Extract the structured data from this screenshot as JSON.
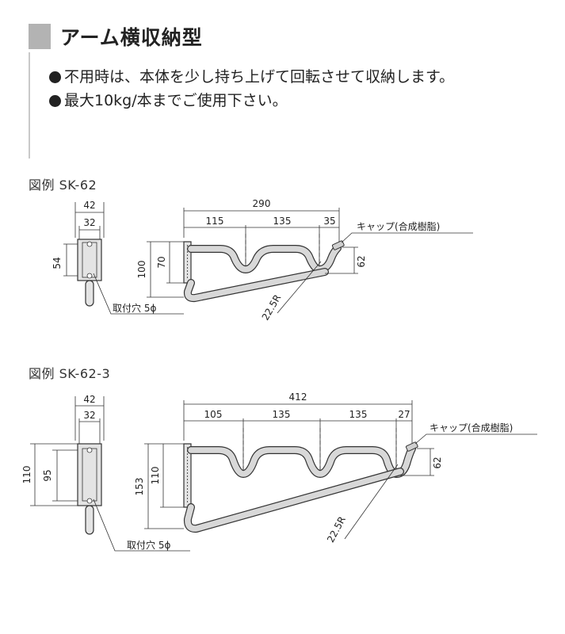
{
  "header": {
    "title": "アーム横収納型"
  },
  "notes": [
    "不用時は、本体を少し持ち上げて回転させて収納します。",
    "最大10kg/本までご使用下さい。"
  ],
  "figures": [
    {
      "label": "図例 SK-62",
      "front": {
        "width_outer": "42",
        "width_inner": "32",
        "hole_pitch": "54"
      },
      "side": {
        "overall_length": "290",
        "segments": [
          "115",
          "135",
          "35"
        ],
        "height_total": "100",
        "height_plate": "70",
        "drop": "62",
        "radius": "22.5R",
        "cap_label": "キャップ(合成樹脂)"
      },
      "hole_label": "取付穴 5ϕ"
    },
    {
      "label": "図例 SK-62-3",
      "front": {
        "width_outer": "42",
        "width_inner": "32",
        "height_outer": "110",
        "hole_pitch": "95"
      },
      "side": {
        "overall_length": "412",
        "segments": [
          "105",
          "135",
          "135",
          "27"
        ],
        "height_total": "153",
        "height_plate": "110",
        "drop": "62",
        "radius": "22.5R",
        "cap_label": "キャップ(合成樹脂)"
      },
      "hole_label": "取付穴 5ϕ"
    }
  ]
}
